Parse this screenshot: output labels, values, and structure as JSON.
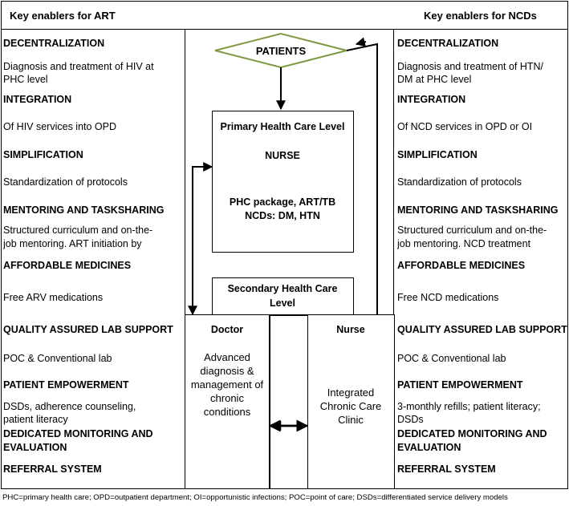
{
  "left": {
    "header": "Key enablers for ART",
    "items": [
      {
        "heading": "DECENTRALIZATION",
        "lines": [
          "Diagnosis and treatment of HIV at",
          "PHC level"
        ]
      },
      {
        "heading": "INTEGRATION",
        "lines": [
          "Of HIV services into OPD"
        ]
      },
      {
        "heading": "SIMPLIFICATION",
        "lines": [
          "Standardization of protocols"
        ]
      },
      {
        "heading": "MENTORING AND TASKSHARING",
        "lines": [
          "Structured curriculum and on-the-",
          "job  mentoring. ART initiation by"
        ]
      },
      {
        "heading": "AFFORDABLE MEDICINES",
        "lines": [
          "Free ARV medications"
        ]
      },
      {
        "heading": "QUALITY ASSURED LAB SUPPORT",
        "lines": [
          "POC & Conventional lab"
        ]
      },
      {
        "heading": "PATIENT EMPOWERMENT",
        "lines": [
          "DSDs, adherence counseling,",
          "patient literacy"
        ]
      },
      {
        "heading": "DEDICATED MONITORING AND",
        "lines": []
      },
      {
        "heading": "EVALUATION",
        "lines": []
      },
      {
        "heading": "REFERRAL SYSTEM",
        "lines": []
      }
    ]
  },
  "right": {
    "header": "Key enablers for NCDs",
    "items": [
      {
        "heading": "DECENTRALIZATION",
        "lines": [
          "Diagnosis and treatment of HTN/",
          "DM at PHC level"
        ]
      },
      {
        "heading": "INTEGRATION",
        "lines": [
          "Of NCD services in OPD or OI"
        ]
      },
      {
        "heading": "SIMPLIFICATION",
        "lines": [
          "Standardization of protocols"
        ]
      },
      {
        "heading": "MENTORING AND TASKSHARING",
        "lines": [
          "Structured curriculum and on-the-",
          "job  mentoring. NCD treatment"
        ]
      },
      {
        "heading": "AFFORDABLE MEDICINES",
        "lines": [
          "Free NCD medications"
        ]
      },
      {
        "heading": "QUALITY ASSURED LAB SUPPORT",
        "lines": [
          "POC & Conventional lab"
        ]
      },
      {
        "heading": "PATIENT EMPOWERMENT",
        "lines": [
          "3-monthly refills; patient literacy;",
          "DSDs"
        ]
      },
      {
        "heading": "DEDICATED MONITORING AND",
        "lines": []
      },
      {
        "heading": "EVALUATION",
        "lines": []
      },
      {
        "heading": "REFERRAL SYSTEM",
        "lines": []
      }
    ]
  },
  "center": {
    "patients": "PATIENTS",
    "phc": {
      "title": "Primary Health Care Level",
      "role": "NURSE",
      "package_line1": "PHC package, ART/TB",
      "package_line2": "NCDs: DM, HTN"
    },
    "secondary": {
      "title_line1": "Secondary Health Care",
      "title_line2": "Level"
    },
    "doctor": {
      "title": "Doctor",
      "lines": [
        "Advanced",
        "diagnosis &",
        "management of",
        "chronic",
        "conditions"
      ]
    },
    "nurse": {
      "title": "Nurse",
      "lines": [
        "Integrated",
        "Chronic Care",
        "Clinic"
      ]
    }
  },
  "footnote": "PHC=primary health care; OPD=outpatient department; OI=opportunistic infections; POC=point of care; DSDs=differentiated service delivery models",
  "colors": {
    "diamond_border": "#7f9a41",
    "lines": "#000000"
  }
}
